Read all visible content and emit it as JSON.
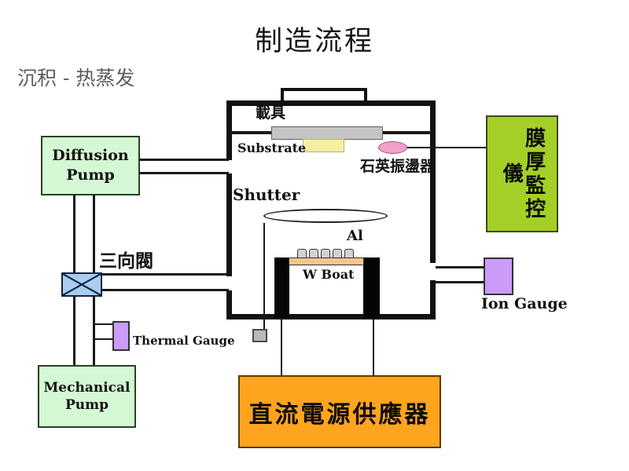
{
  "slide": {
    "title": "制造流程",
    "subtitle": "沉积 - 热蒸发"
  },
  "diagram": {
    "chamber": {
      "carrier_label": "載具",
      "substrate_label": "Substrate",
      "quartz_label": "石英振盪器",
      "shutter_label": "Shutter",
      "al_label": "Al",
      "w_boat_label": "W Boat"
    },
    "components": {
      "diffusion_pump": {
        "line1": "Diffusion",
        "line2": "Pump"
      },
      "mechanical_pump": {
        "line1": "Mechanical",
        "line2": "Pump"
      },
      "valve_label": "三向閥",
      "thermal_gauge_label": "Thermal Gauge",
      "ion_gauge_label": "Ion Gauge",
      "film_monitor_label": "膜厚監控儀",
      "power_supply_label": "直流電源供應器"
    },
    "colors": {
      "pump_fill": "#d4f7d4",
      "monitor_fill": "#a4cf27",
      "gauge_fill": "#cc9af7",
      "valve_fill": "#a8cdf0",
      "quartz_fill": "#f2a0ca",
      "substrate_fill": "#f5f1a0",
      "holder_fill": "#c4c4c4",
      "power_fill": "#ffa41e",
      "boat_fill": "#f7c68c",
      "pellet_fill": "#d2d2d2"
    }
  }
}
